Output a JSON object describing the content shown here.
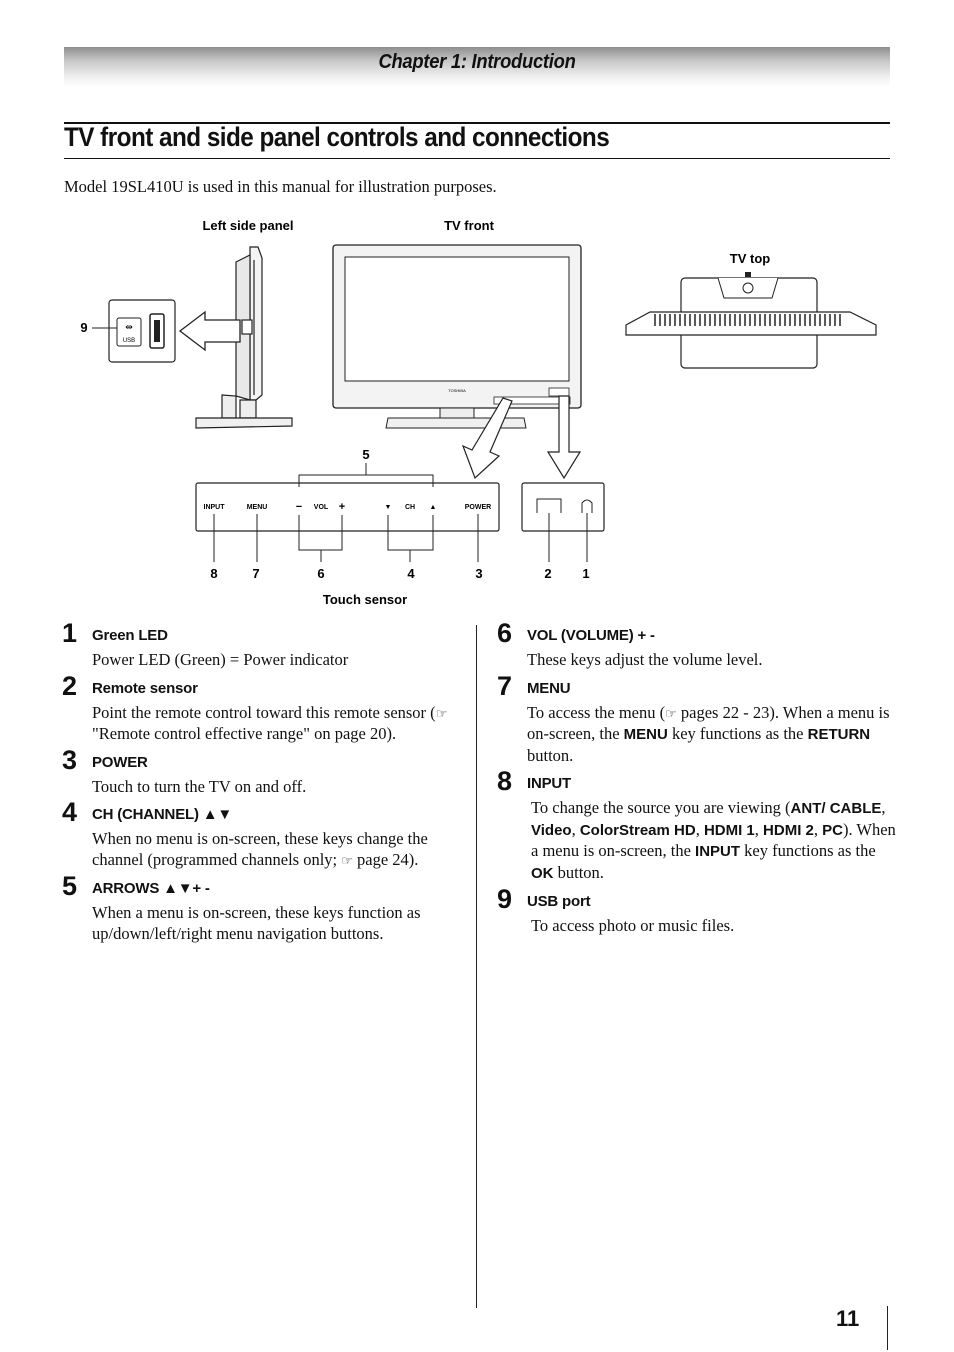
{
  "header": {
    "chapter": "Chapter 1: Introduction"
  },
  "page_title": "TV front and side panel controls and connections",
  "intro": "Model 19SL410U is used in this manual for illustration purposes.",
  "figure": {
    "left_side_panel": "Left side panel",
    "tv_front": "TV front",
    "tv_top": "TV top",
    "touch_sensor": "Touch sensor",
    "usb_label": "USB",
    "brand": "TOSHIBA",
    "panel_labels": {
      "input": "INPUT",
      "menu": "MENU",
      "minus": "−",
      "vol": "VOL",
      "plus": "+",
      "down": "▼",
      "ch": "CH",
      "up": "▲",
      "power": "POWER"
    },
    "callouts": {
      "n1": "1",
      "n2": "2",
      "n3": "3",
      "n4": "4",
      "n5": "5",
      "n6": "6",
      "n7": "7",
      "n8": "8",
      "n9": "9"
    }
  },
  "items": [
    {
      "num": "1",
      "head": "Green LED",
      "body": "Power LED (Green) = Power indicator"
    },
    {
      "num": "2",
      "head": "Remote sensor",
      "body_a": "Point the remote control toward this remote sensor (",
      "ref": "☞",
      "body_b": " \"Remote control effective range\" on page 20)."
    },
    {
      "num": "3",
      "head": "POWER",
      "body": "Touch to turn the TV on and off."
    },
    {
      "num": "4",
      "head": "CH (CHANNEL) ▲▼",
      "body_a": "When no menu is on-screen, these keys change the channel (programmed channels only; ",
      "ref": "☞",
      "body_b": " page 24)."
    },
    {
      "num": "5",
      "head": "ARROWS ▲▼+ -",
      "body": "When a menu is on-screen, these keys function as up/down/left/right menu navigation buttons."
    },
    {
      "num": "6",
      "head": "VOL (VOLUME) + -",
      "body": "These keys adjust the volume level."
    },
    {
      "num": "7",
      "head": "MENU",
      "body_a": "To access the menu (",
      "ref": "☞",
      "body_b": " pages 22 - 23). When a menu is on-screen, the ",
      "kw1": "MENU",
      "body_c": " key functions as the ",
      "kw2": "RETURN",
      "body_d": " button."
    },
    {
      "num": "8",
      "head": "INPUT",
      "body_a": "To change the source you are viewing (",
      "kw1": "ANT/ CABLE",
      "sep1": ", ",
      "kw2": "Video",
      "sep2": ", ",
      "kw3": "ColorStream HD",
      "sep3": ", ",
      "kw4": "HDMI 1",
      "sep4": ", ",
      "kw5": "HDMI 2",
      "sep5": ", ",
      "kw6": "PC",
      "body_b": "). When a menu is on-screen, the ",
      "kw7": "INPUT",
      "body_c": " key functions as the ",
      "kw8": "OK",
      "body_d": " button."
    },
    {
      "num": "9",
      "head": "USB port",
      "body": "To access photo or music files."
    }
  ],
  "page_number": "11"
}
